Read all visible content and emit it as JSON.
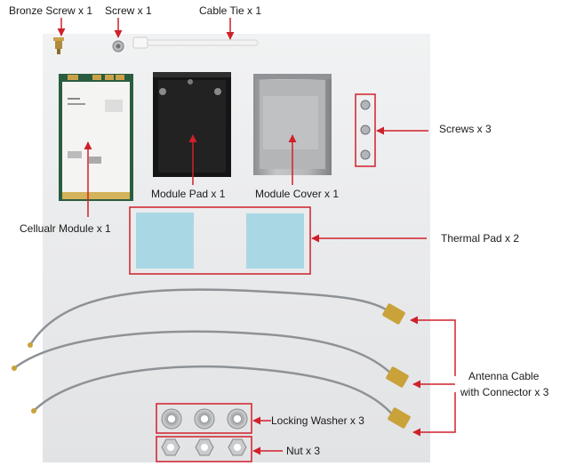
{
  "labels": {
    "bronze_screw": "Bronze Screw x 1",
    "screw": "Screw x 1",
    "cable_tie": "Cable Tie x 1",
    "screws": "Screws x 3",
    "module_pad": "Module Pad x 1",
    "module_cover": "Module Cover x 1",
    "cellular_module": "Cellualr Module x 1",
    "thermal_pad": "Thermal Pad x 2",
    "antenna_line1": "Antenna Cable",
    "antenna_line2": "with Connector x 3",
    "locking_washer": "Locking Washer x 3",
    "nut": "Nut x 3"
  },
  "colors": {
    "annotation": "#d0202a",
    "background_photo": "#e9eaec",
    "thermal_pad": "#a9d8e4",
    "module_pad": "#151515",
    "module_cover": "#a7a9ab",
    "cable": "#8e9296",
    "connector": "#c9a23a"
  },
  "icons": [
    "bronze-screw-icon",
    "screw-icon",
    "cable-tie-icon",
    "cellular-module-icon",
    "module-pad-icon",
    "module-cover-icon",
    "screws-icon",
    "thermal-pad-icon",
    "antenna-cable-icon",
    "locking-washer-icon",
    "nut-icon"
  ]
}
